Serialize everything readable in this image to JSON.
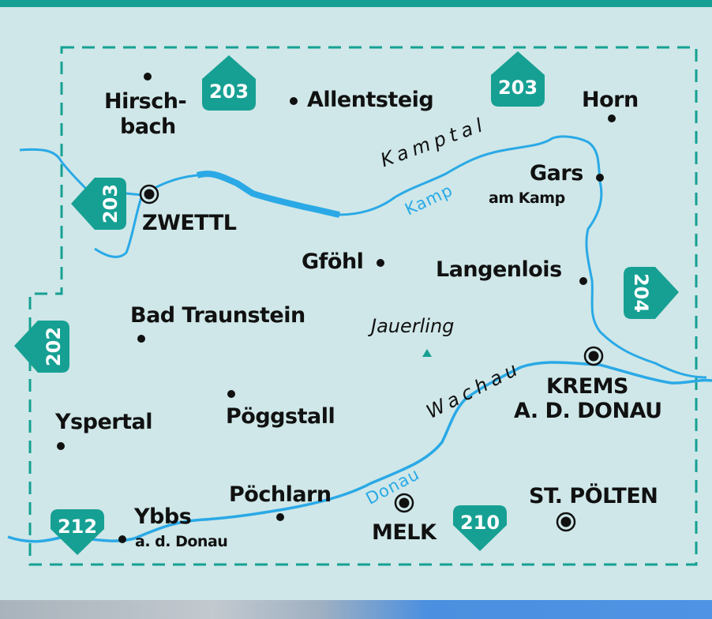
{
  "colors": {
    "background": "#cfe7e8",
    "teal": "#16a093",
    "river": "#2aa9e6",
    "text": "#111111"
  },
  "shields": [
    {
      "id": "n1",
      "label": "203"
    },
    {
      "id": "n2",
      "label": "203"
    },
    {
      "id": "w1",
      "label": "203"
    },
    {
      "id": "w2",
      "label": "202"
    },
    {
      "id": "e1",
      "label": "204"
    },
    {
      "id": "s1",
      "label": "212"
    },
    {
      "id": "s2",
      "label": "210"
    }
  ],
  "places": {
    "hirschbach": "Hirsch-",
    "hirschbach2": "bach",
    "allentsteig": "Allentsteig",
    "horn": "Horn",
    "zwettl": "ZWETTL",
    "gars": "Gars",
    "gars2": "am Kamp",
    "gfoehl": "Gföhl",
    "langenlois": "Langenlois",
    "bad_traunstein": "Bad Traunstein",
    "jauerling": "Jauerling",
    "krems": "KREMS",
    "krems2": "A. D. DONAU",
    "yspertal": "Yspertal",
    "poeggstall": "Pöggstall",
    "poechlarn": "Pöchlarn",
    "ybbs": "Ybbs",
    "ybbs2": "a. d. Donau",
    "melk": "MELK",
    "st_poelten": "ST. PÖLTEN"
  },
  "regions": {
    "kamptal": "Kamptal",
    "wachau": "Wachau"
  },
  "rivers": {
    "kamp": "Kamp",
    "donau": "Donau"
  }
}
